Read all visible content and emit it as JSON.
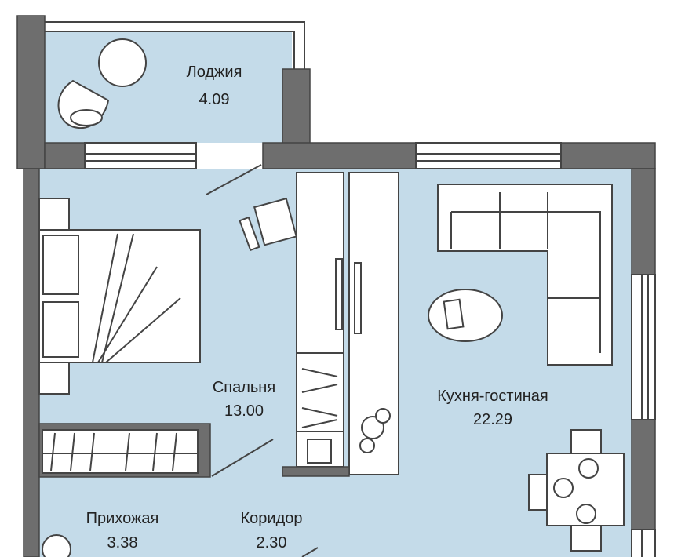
{
  "rooms": [
    {
      "name": "Лоджия",
      "area": "4.09"
    },
    {
      "name": "Спальня",
      "area": "13.00"
    },
    {
      "name": "Кухня-гостиная",
      "area": "22.29"
    },
    {
      "name": "Прихожая",
      "area": "3.38"
    },
    {
      "name": "Коридор",
      "area": "2.30"
    }
  ],
  "colors": {
    "floor": "#c4dbe9",
    "wall": "#6e6e6e",
    "line": "#444444"
  }
}
